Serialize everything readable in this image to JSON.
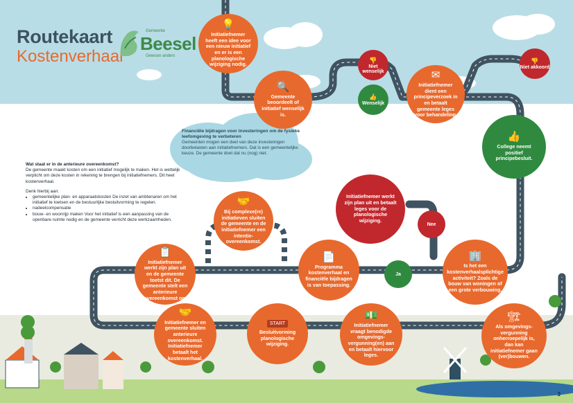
{
  "header": {
    "title_line1": "Routekaart",
    "title_line2": "Kostenverhaal",
    "logo_gemeente": "Gemeente",
    "logo_name": "Beesel",
    "logo_tagline": "Gewoon anders"
  },
  "cloud_note": {
    "heading": "Financiële bijdragen voor investeringen om de fysieke leefomgeving te verbeteren",
    "body": "Gemeenten mogen een deel van deze investeringen doorbelasten aan initiatiefnemers. Dat is een gemeentelijke keuze. De gemeente doet dat nu (nog) niet."
  },
  "left_info": {
    "heading": "Wat staat er in de anterieure overeenkomst?",
    "intro": "De gemeente maakt kosten om een initiatief mogelijk te maken. Het is wettelijk verplicht om deze kosten in rekening te brengen bij initiatiefnemers. Dit heet kostenverhaal.",
    "list_heading": "Denk hierbij aan:",
    "items": [
      "gemeentelijke plan- en apparaatskosten De inzet van ambtenaren om het initiatief te toetsen en de bestuurlijke besluitvorming te regelen.",
      "nadeelcompensatie",
      "bouw- en woonrijp maken Voor het initiatief is een aanpassing van de openbare ruimte nodig en de gemeente verricht deze werkzaamheden."
    ]
  },
  "steps": {
    "s1": "Initiatiefnemer heeft een idee voor een nieuw initiatief en er is een planologische wijziging nodig.",
    "s2": "Gemeente beoordeelt of initiatief wenselijk is.",
    "s3": "Initiatiefnemer dient een principeverzoek in en betaalt gemeente leges voor behandeling.",
    "s4": "College neemt positief principebesluit.",
    "s5": "Initiatiefnemer werkt zijn plan uit en betaalt leges voor de planologische wijziging.",
    "s6": "Is het een kostenverhaalsplichtige activiteit? Zoals de bouw van woningen of een grote verbouwing.",
    "s7": "Programma kostenverhaal en financiële bijdragen is van toepassing.",
    "s8": "Bij complexe(re) initiatieven sluiten de gemeente en de initiatiefnemer een intentie-overeenkomst.",
    "s9": "Initiatiefnemer werkt zijn plan uit en de gemeente toetst dit. De gemeente stelt een anterieure overeenkomst op.",
    "s10": "Initiatiefnemer en gemeente sluiten anterieure overeenkomst. Initiatiefnemer betaalt het kostenverhaal.",
    "s11": "Besluitvorming planologische wijziging.",
    "s12": "Initiatiefnemer vraagt benodigde omgevings-vergunning(en) aan en betaalt hiervoor leges.",
    "s13": "Als omgevings-vergunning onherroepelijk is, dan kan initiatiefnemer gaan (ver)bouwen."
  },
  "decisions": {
    "niet_wenselijk": "Niet wenselijk",
    "wenselijk": "Wenselijk",
    "niet_akkoord": "Niet akkoord",
    "nee": "Nee",
    "ja": "Ja"
  },
  "start_sign": "START",
  "page_number": "3",
  "colors": {
    "orange": "#e8692d",
    "green": "#2f8a3f",
    "red": "#c0282d",
    "road": "#3f5361",
    "sky": "#b9dde6",
    "navy": "#3b5261"
  },
  "icons": {
    "s1": "lightbulb-icon",
    "s2": "magnifier-icon",
    "s3": "envelope-icon",
    "s4": "thumbs-up-icon",
    "s6": "buildings-icon",
    "s7": "documents-icon",
    "s8": "handshake-icon",
    "s9": "documents-icon",
    "s10": "handshake-icon",
    "s11": "start-sign-icon",
    "s12": "money-icon",
    "s13": "construction-icon"
  }
}
